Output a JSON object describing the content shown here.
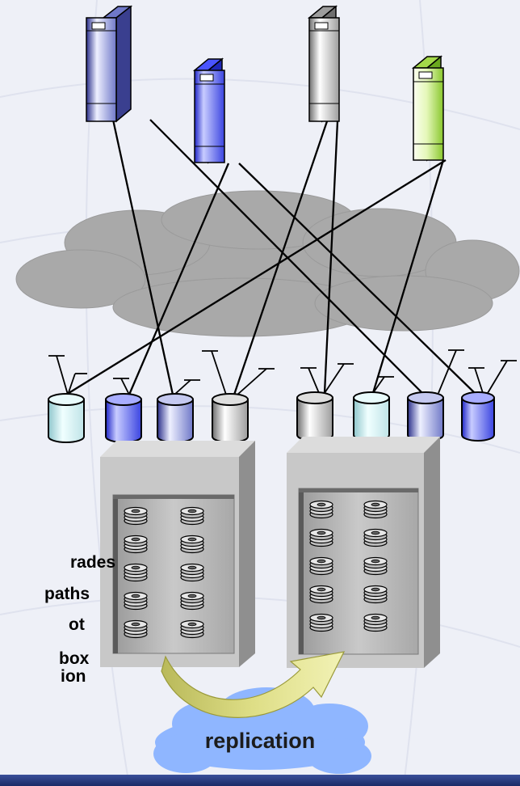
{
  "side_text": [
    {
      "id": "line1",
      "text": "rades"
    },
    {
      "id": "line2",
      "text": "paths"
    },
    {
      "id": "line3",
      "text": "ot"
    },
    {
      "id": "line4",
      "text": "box"
    },
    {
      "id": "line5",
      "text": "ion"
    }
  ],
  "replication_label": "replication",
  "colors": {
    "background": "#eef0f7",
    "cloud": "#a9a9a9",
    "server_navy": "#6f78c8",
    "server_blue": "#3a44e0",
    "server_gray": "#b9b9b9",
    "server_green": "#a4d94a",
    "arrow": "#d6d67a",
    "replication_cloud": "#8fb6ff"
  },
  "icons": [
    "server-icon",
    "disk-cylinder-icon",
    "storage-array-icon",
    "disk-platter-icon",
    "replication-arrow-icon",
    "network-cloud-icon"
  ]
}
